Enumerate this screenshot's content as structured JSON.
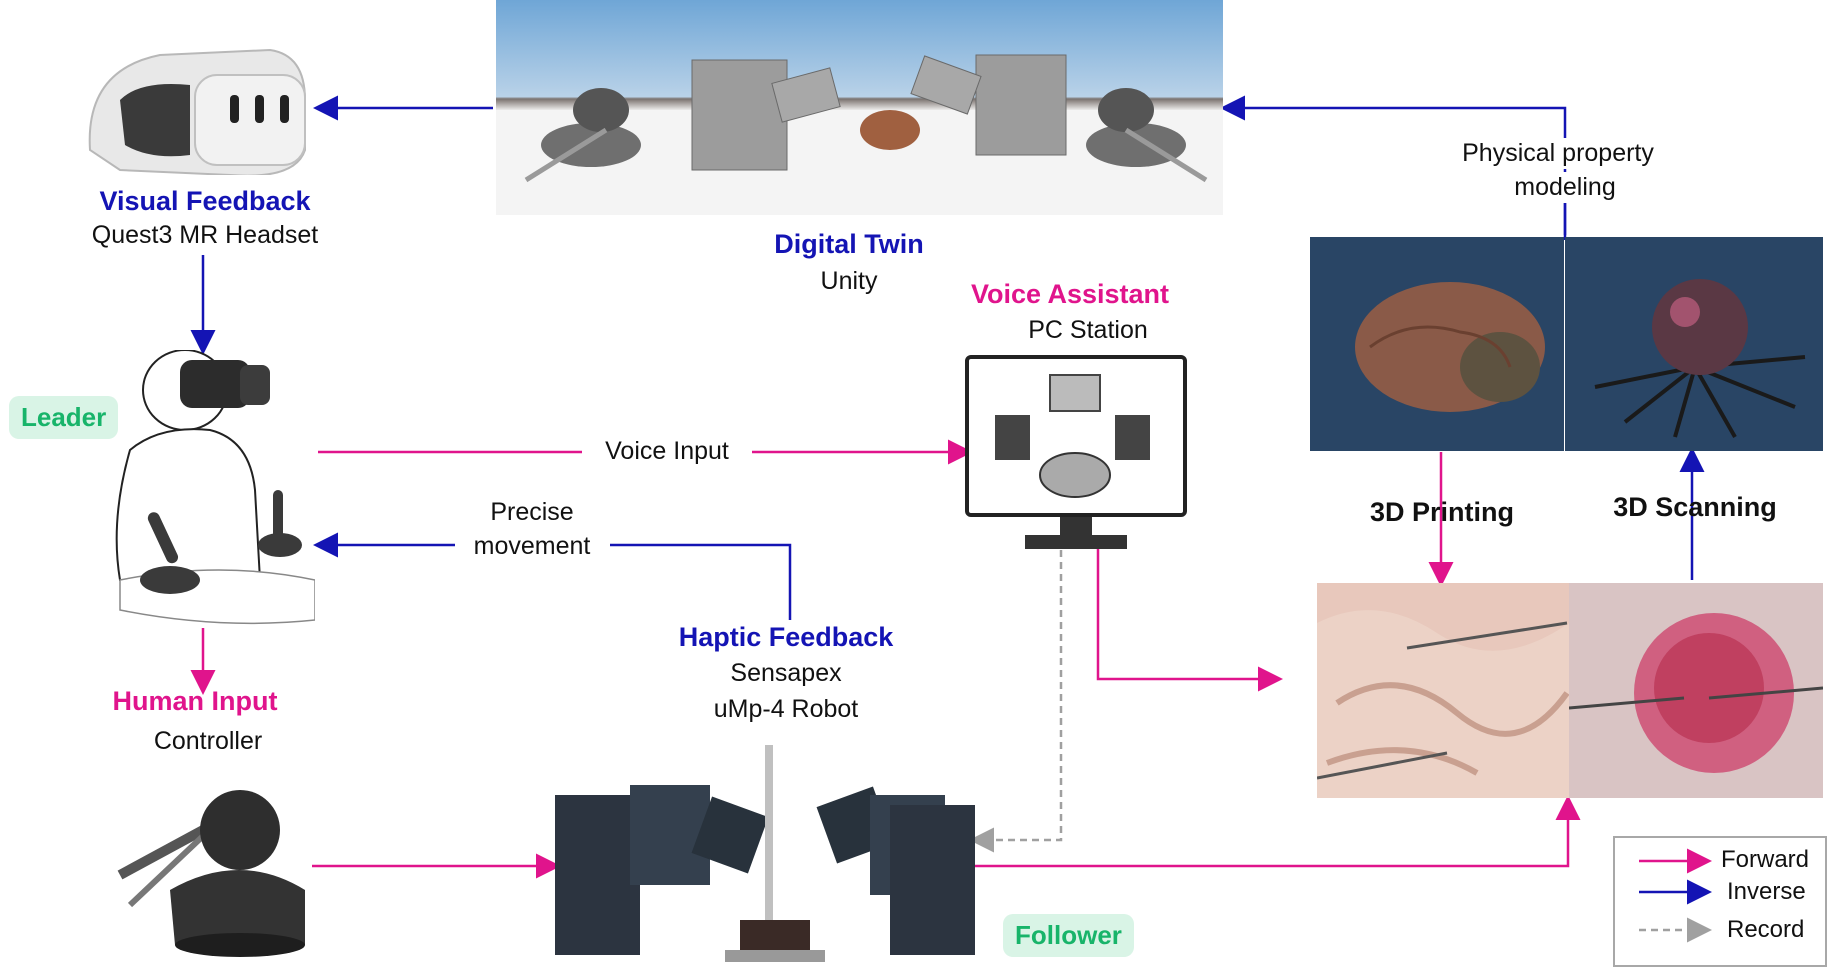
{
  "leader": {
    "tag": "Leader",
    "visual_feedback": {
      "title": "Visual Feedback",
      "subtitle": "Quest3 MR Headset"
    },
    "human_input": {
      "title": "Human Input",
      "subtitle": "Controller"
    }
  },
  "digital_twin": {
    "title": "Digital Twin",
    "subtitle": "Unity"
  },
  "voice_assistant": {
    "title": "Voice Assistant",
    "subtitle": "PC Station"
  },
  "haptic_feedback": {
    "title": "Haptic Feedback",
    "subtitle_line1": "Sensapex",
    "subtitle_line2": "uMp-4 Robot"
  },
  "follower": {
    "tag": "Follower"
  },
  "edges": {
    "voice_input": "Voice Input",
    "precise_movement_line1": "Precise",
    "precise_movement_line2": "movement",
    "physical_property_line1": "Physical property",
    "physical_property_line2": "modeling",
    "printing": "3D Printing",
    "scanning": "3D Scanning"
  },
  "legend": {
    "forward": "Forward",
    "inverse": "Inverse",
    "record": "Record"
  },
  "colors": {
    "forward": "#e0148c",
    "inverse": "#1414b4",
    "record": "#a0a0a0",
    "follower_tag_bg": "#d9f4e6",
    "tag_text": "#18b46a"
  },
  "icons": [
    "vr-headset-icon",
    "operator-illustration",
    "haptic-controller-icon",
    "pc-monitor-icon",
    "robot-arms-photo",
    "digital-twin-render",
    "brain-model-render",
    "tumor-model-render",
    "brain-phantom-photo",
    "tumor-phantom-photo"
  ]
}
